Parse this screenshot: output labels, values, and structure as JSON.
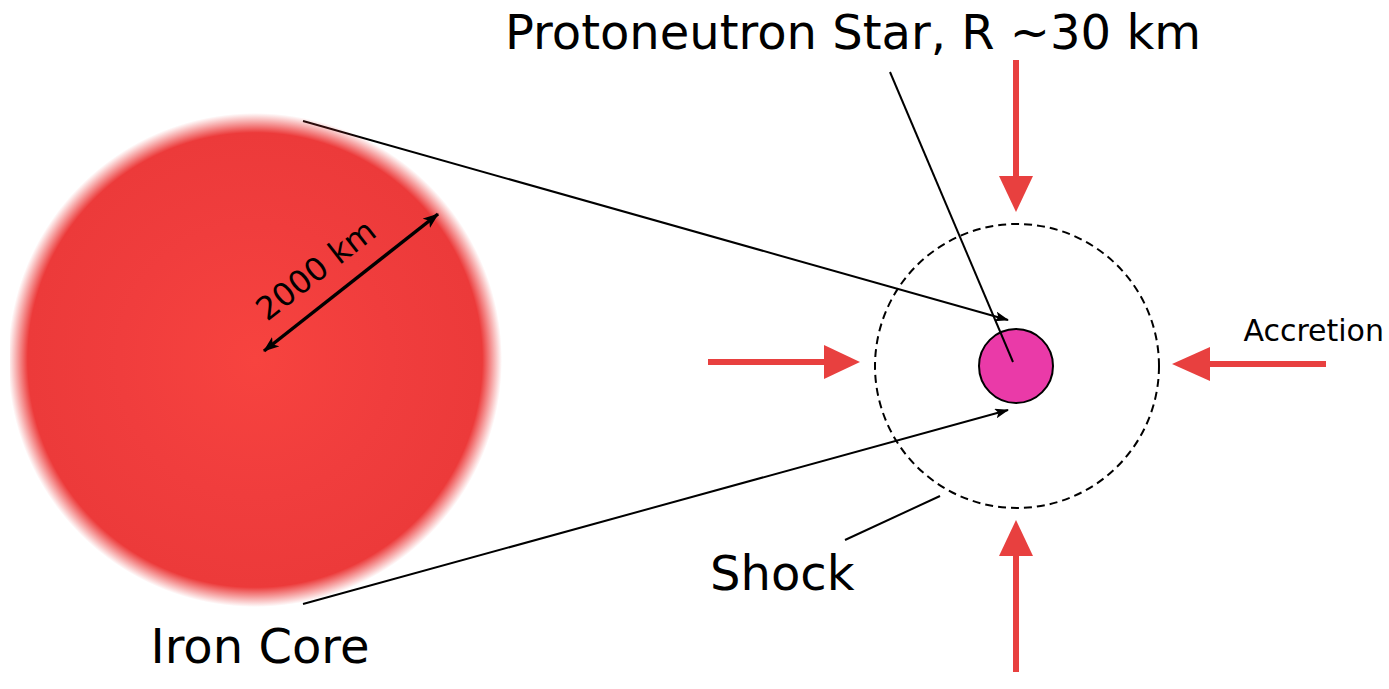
{
  "diagram": {
    "nodes": [
      {
        "text": [
          "2000 km",
          "Iron Core"
        ]
      }
    ],
    "labels": [
      "Protoneutron Star, R ~30 km",
      "Shock",
      "Accretion"
    ]
  }
}
